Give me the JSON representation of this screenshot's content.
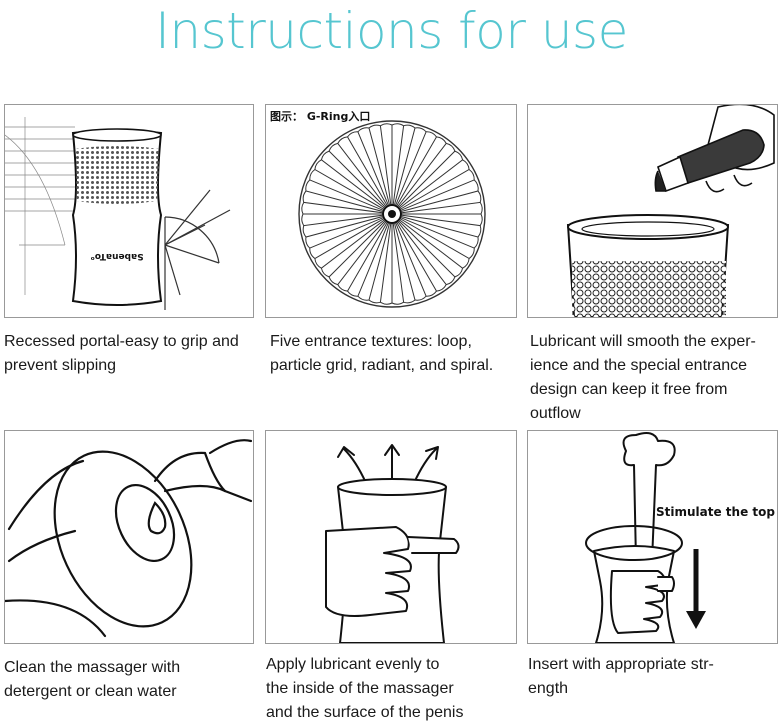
{
  "title": "Instructions for use",
  "panels": [
    {
      "caption_lines": [
        "Recessed portal-easy to grip and",
        "prevent slipping"
      ],
      "brand": "SabenaToᵒ"
    },
    {
      "caption_lines": [
        "Five entrance textures: loop,",
        "particle grid, radiant, and spiral."
      ],
      "label": "图示：  G-Ring入口"
    },
    {
      "caption_lines": [
        "Lubricant will smooth the exper-",
        "ience and the special entrance",
        "design can keep it free from",
        "outflow"
      ]
    },
    {
      "caption_lines": [
        "Clean the massager with",
        "detergent or clean water"
      ]
    },
    {
      "caption_lines": [
        "Apply lubricant evenly to",
        "the inside of the massager",
        "and the surface of the penis"
      ]
    },
    {
      "caption_lines": [
        "Insert with appropriate str-",
        "ength"
      ],
      "label": "Stimulate the top"
    }
  ]
}
